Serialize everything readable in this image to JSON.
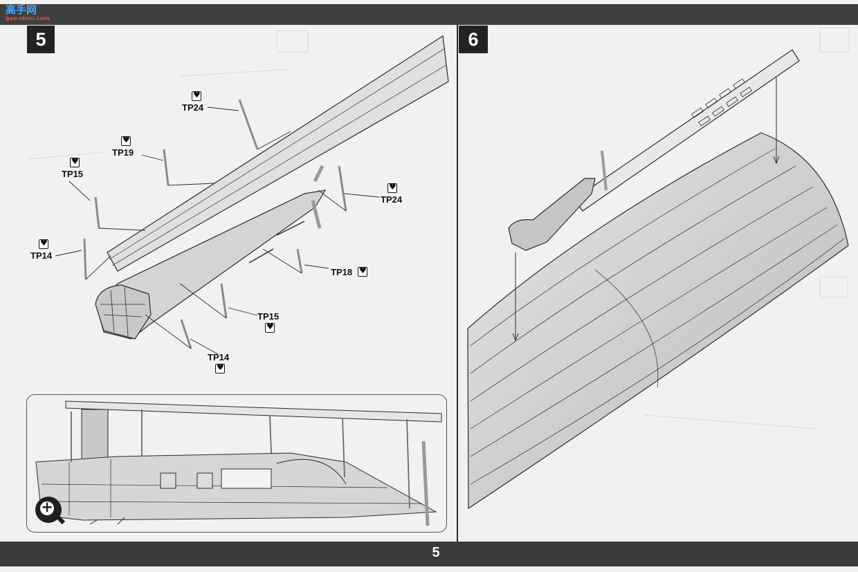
{
  "header": {
    "logo_cn": "高手网",
    "logo_url": "gao-shou.com"
  },
  "steps": [
    {
      "number": "5",
      "labels": [
        {
          "text": "TP24"
        },
        {
          "text": "TP19"
        },
        {
          "text": "TP15"
        },
        {
          "text": "TP24"
        },
        {
          "text": "TP14"
        },
        {
          "text": "TP18"
        },
        {
          "text": "TP15"
        },
        {
          "text": "TP14"
        }
      ]
    },
    {
      "number": "6"
    }
  ],
  "footer": {
    "page_number": "5"
  },
  "colors": {
    "bar": "#3f3f3f",
    "paper": "#f1f1f0",
    "part_fill": "#d4d4d2",
    "outline": "#2a2a2a"
  },
  "icons": {
    "photo_etch": "heart-in-box-icon",
    "zoom": "magnifier-plus-icon"
  }
}
